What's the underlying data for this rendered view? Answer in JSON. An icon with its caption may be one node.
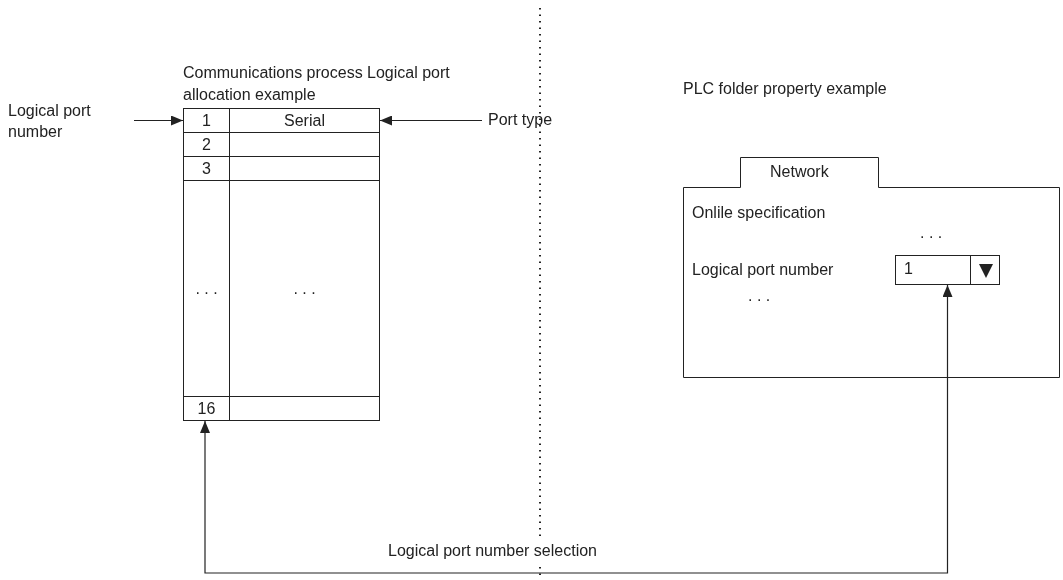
{
  "diagram": {
    "nodes": [
      {
        "text": [
          "Logical port number"
        ]
      },
      {
        "text": [
          "Port type"
        ]
      },
      {
        "text": [
          "Communications process Logical port allocation example"
        ]
      },
      {
        "text": [
          "1"
        ],
        "in": 2
      },
      {
        "text": [
          "Serial"
        ],
        "in": 2
      },
      {
        "text": [
          "2"
        ],
        "in": 2
      },
      {
        "text": [],
        "shape": "box",
        "in": 2
      },
      {
        "text": [
          "3"
        ],
        "in": 2
      },
      {
        "text": [],
        "shape": "box",
        "in": 2
      },
      {
        "text": [
          ". . ."
        ],
        "in": 2
      },
      {
        "text": [
          ". . ."
        ],
        "in": 2
      },
      {
        "text": [
          "16"
        ],
        "in": 2
      },
      {
        "text": [],
        "shape": "box",
        "in": 2
      },
      {
        "text": [
          "Network",
          "Onlile specification",
          ". . .",
          "Logical port number",
          ". . ."
        ]
      },
      {
        "text": [
          "1"
        ],
        "in": 13
      }
    ],
    "edges": [
      {
        "from": 0,
        "to": 3,
        "arrow": "to"
      },
      {
        "from": 1,
        "to": 4,
        "arrow": "to"
      },
      {
        "from": 11,
        "to": 14,
        "arrow": "both",
        "label": "Logical port number selection"
      }
    ],
    "labels": [
      "PLC folder property example"
    ]
  }
}
